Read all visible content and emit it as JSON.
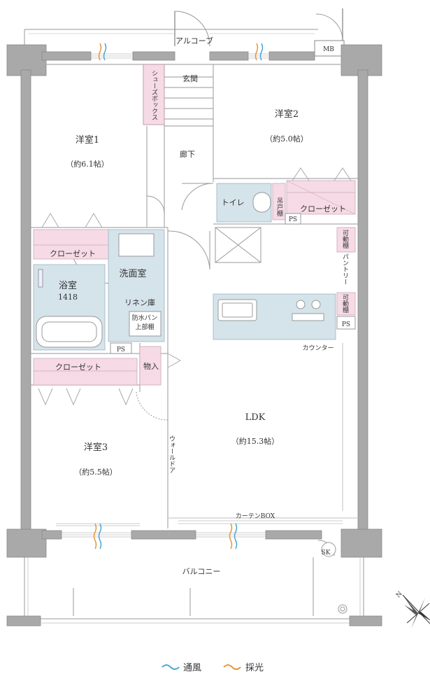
{
  "labels": {
    "alcove": "アルコーブ",
    "mb": "MB",
    "entrance": "玄関",
    "shoe_box": "シューズボックス",
    "room1": "洋室1",
    "room1_size": "（約6.1帖）",
    "room2": "洋室2",
    "room2_size": "（約5.0帖）",
    "room3": "洋室3",
    "room3_size": "（約5.5帖）",
    "hallway": "廊下",
    "toilet": "トイレ",
    "shelf": "吊戸棚",
    "closet_a": "クローゼット",
    "closet_b": "クローゼット",
    "closet_c": "クローゼット",
    "ps_a": "PS",
    "ps_b": "PS",
    "ps_c": "PS",
    "washroom": "洗面室",
    "bath": "浴室",
    "bath_size": "1418",
    "linen": "リネン庫",
    "waterproof_1": "防水パン",
    "waterproof_2": "上部棚",
    "storage": "物入",
    "movable_shelf_a": "可動棚",
    "movable_shelf_b": "可動棚",
    "pantry": "パントリー",
    "counter": "カウンター",
    "ldk": "LDK",
    "ldk_size": "（約15.3帖）",
    "wall_door": "ウォールドア",
    "curtain_box": "カーテンBOX",
    "sk": "SK",
    "balcony": "バルコニー"
  },
  "legend": {
    "ventilation": "通風",
    "daylight": "採光"
  },
  "colors": {
    "wall": "#a9a9a9",
    "closet_pink": "#f6dbe6",
    "wet_blue": "#d5e3ea",
    "ventilation_blue": "#4aa6d8",
    "daylight_orange": "#e8963a"
  },
  "icons": {
    "compass": "north-compass-icon"
  }
}
